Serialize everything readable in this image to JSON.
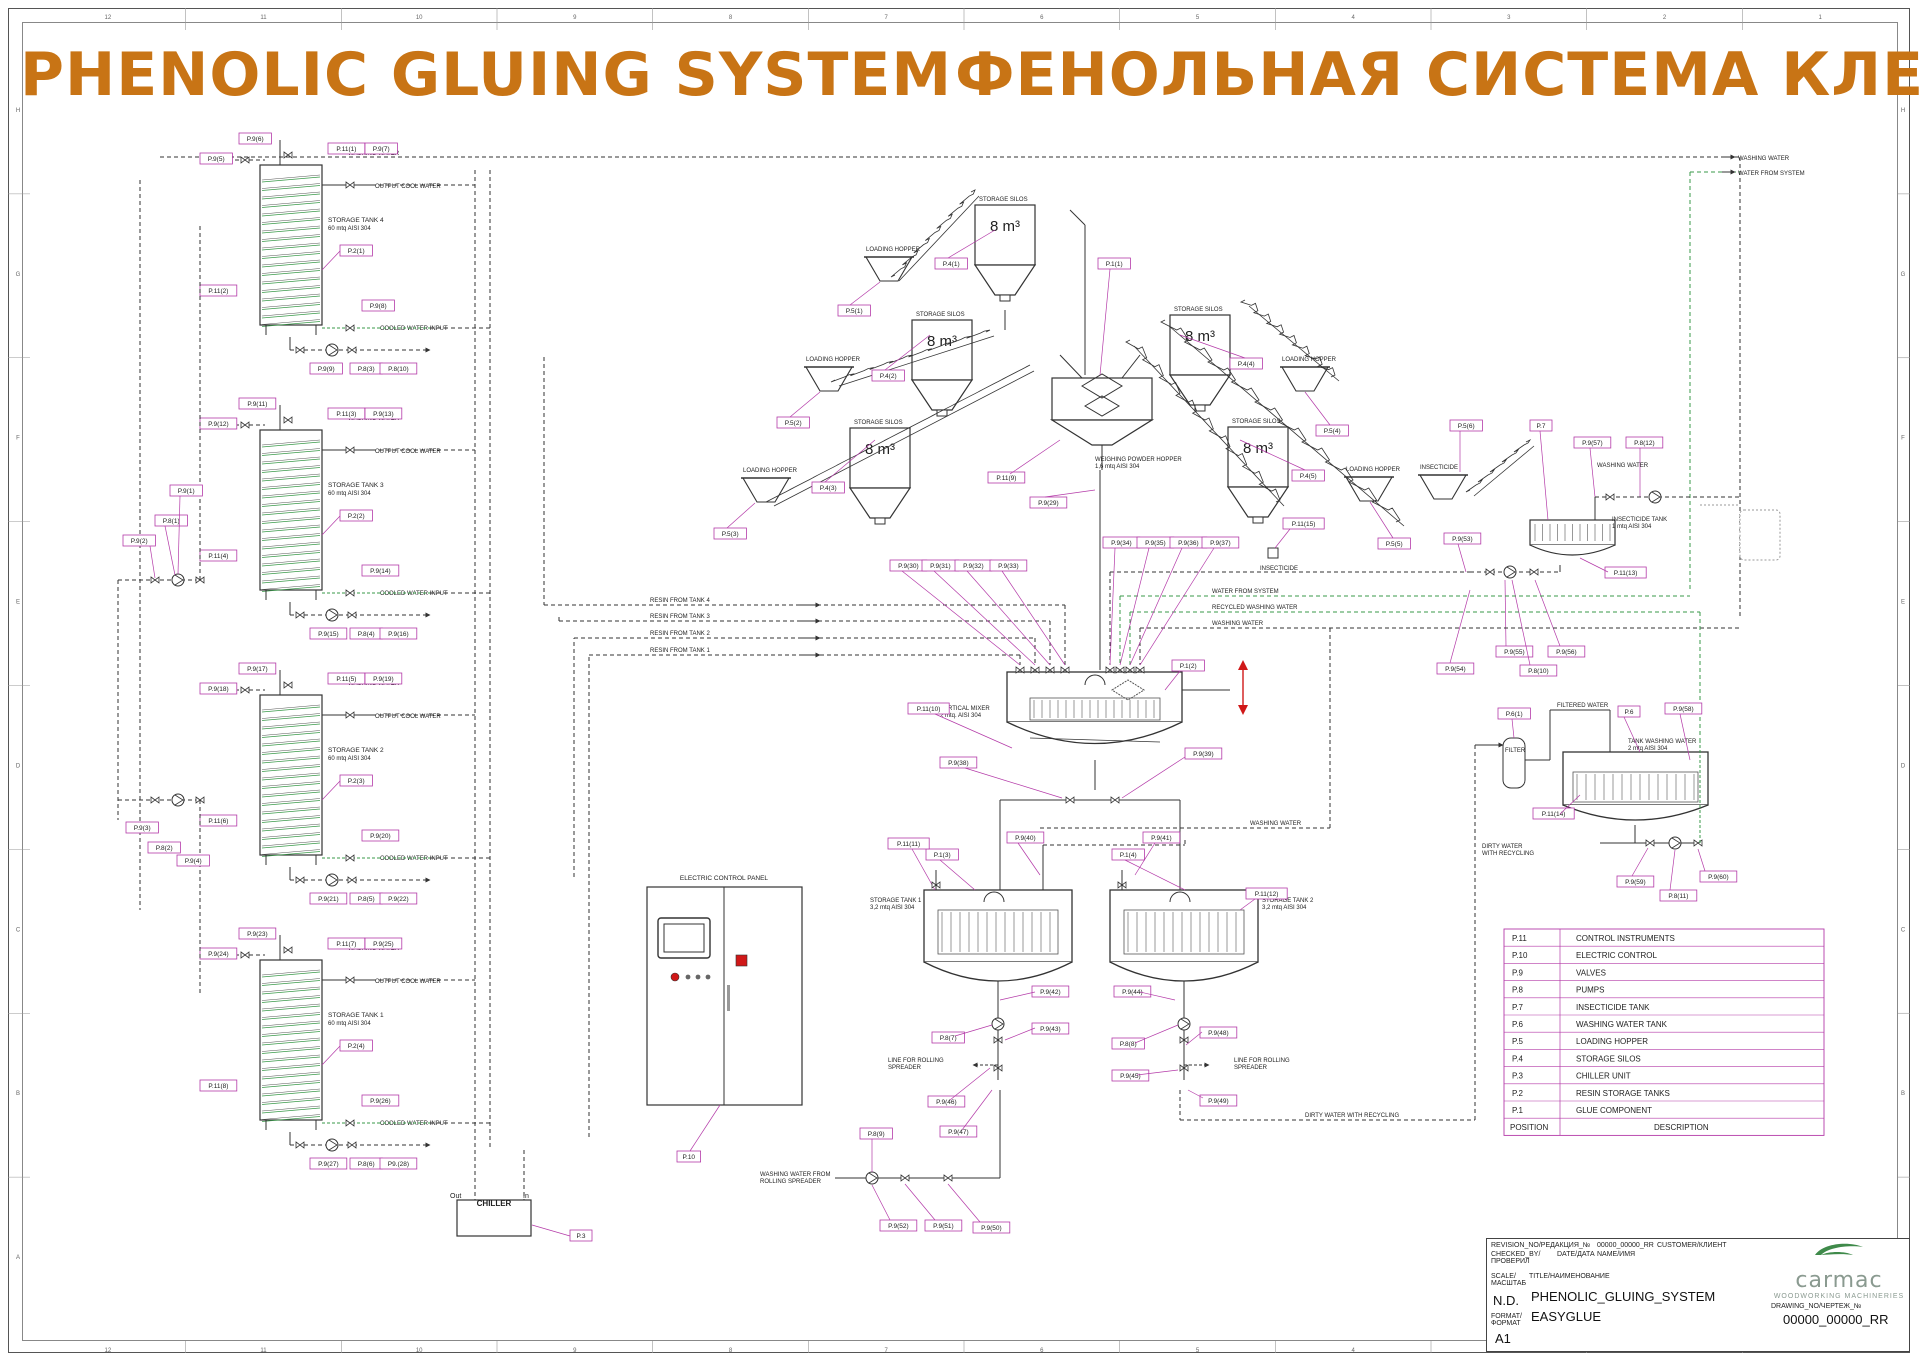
{
  "title_en": "PHENOLIC GLUING SYSTEM",
  "title_ru": "ФЕНОЛЬНАЯ СИСТЕМА КЛЕЯ",
  "grid_cols": [
    "12",
    "11",
    "10",
    "9",
    "8",
    "7",
    "6",
    "5",
    "4",
    "3",
    "2",
    "1"
  ],
  "grid_rows": [
    "H",
    "G",
    "F",
    "E",
    "D",
    "C",
    "B",
    "A"
  ],
  "colors": {
    "title": "#c87415",
    "line": "#333333",
    "tag": "#b43aa8",
    "green": "#3a9a4a",
    "red": "#d01818"
  },
  "storage_tanks": [
    {
      "label": "STORAGE TANK 4",
      "spec": "60 mtq AISI 304",
      "tag": "P.2(1)",
      "washing": "WASHING WATER",
      "output": "OUTPUT COOL WATER",
      "input": "COOLED WATER INPUT",
      "tags": [
        "P.9(6)",
        "P.9(5)",
        "P.11(1)",
        "P.9(7)",
        "P.11(2)",
        "P.9(8)",
        "P.9(9)",
        "P.8(3)",
        "P.8(10)"
      ]
    },
    {
      "label": "STORAGE TANK 3",
      "spec": "60 mtq AISI 304",
      "tag": "P.2(2)",
      "washing": "WASHING WATER",
      "output": "OUTPUT COOL WATER",
      "input": "COOLED WATER INPUT",
      "tags": [
        "P.9(11)",
        "P.9(12)",
        "P.11(3)",
        "P.9(13)",
        "P.11(4)",
        "P.9(14)",
        "P.9(15)",
        "P.8(4)",
        "P.9(16)"
      ]
    },
    {
      "label": "STORAGE TANK 2",
      "spec": "60 mtq AISI 304",
      "tag": "P.2(3)",
      "washing": "WASHING WATER",
      "output": "OUTPUT COOL WATER",
      "input": "COOLED WATER INPUT",
      "tags": [
        "P.9(17)",
        "P.9(18)",
        "P.11(5)",
        "P.9(19)",
        "P.11(6)",
        "P.9(20)",
        "P.9(21)",
        "P.8(5)",
        "P.9(22)"
      ]
    },
    {
      "label": "STORAGE TANK 1",
      "spec": "60 mtq AISI 304",
      "tag": "P.2(4)",
      "washing": "WASHING WATER",
      "output": "OUTPUT COOL WATER",
      "input": "COOLED WATER INPUT",
      "tags": [
        "P.9(23)",
        "P.9(24)",
        "P.11(7)",
        "P.9(25)",
        "P.11(8)",
        "P.9(26)",
        "P.9(27)",
        "P.8(6)",
        "P9.(28)"
      ]
    }
  ],
  "left_pumps": [
    "P.9(1)",
    "P.8(1)",
    "P.9(2)",
    "P.9(3)",
    "P.8(2)",
    "P.9(4)"
  ],
  "chiller": {
    "label": "CHILLER",
    "out": "Out",
    "in": "In",
    "tag": "P.3"
  },
  "control_panel": {
    "label": "ELECTRIC CONTROL PANEL",
    "tag": "P.10"
  },
  "silos": [
    {
      "label": "STORAGE SILOS",
      "volume": "8 m³",
      "tag": "P.4(1)"
    },
    {
      "label": "STORAGE SILOS",
      "volume": "8 m³",
      "tag": "P.4(2)"
    },
    {
      "label": "STORAGE SILOS",
      "volume": "8 m³",
      "tag": "P.4(3)"
    },
    {
      "label": "STORAGE SILOS",
      "volume": "8 m³",
      "tag": "P.4(4)"
    },
    {
      "label": "STORAGE SILOS",
      "volume": "8 m³",
      "tag": "P.4(5)"
    }
  ],
  "hoppers": [
    {
      "label": "LOADING HOPPER",
      "tag": "P.5(1)"
    },
    {
      "label": "LOADING HOPPER",
      "tag": "P.5(2)"
    },
    {
      "label": "LOADING HOPPER",
      "tag": "P.5(3)"
    },
    {
      "label": "LOADING HOPPER",
      "tag": "P.5(4)"
    },
    {
      "label": "LOADING HOPPER",
      "tag": "P.5(5)"
    }
  ],
  "weighing_hopper": {
    "label": "WEIGHING POWDER HOPPER",
    "spec": "1,6 mtq AISI 304",
    "tags": [
      "P.1(1)",
      "P.11(9)",
      "P.9(29)"
    ]
  },
  "insecticide": {
    "hopper_label": "INSECTICIDE",
    "hopper_tag": "P.5(6)",
    "tank_label": "INSECTICIDE TANK",
    "tank_spec": "1 mtq AISI 304",
    "tank_tag": "P.7",
    "tags": [
      "P.9(57)",
      "P.8(12)",
      "P.11(13)",
      "P.9(53)",
      "P.9(54)",
      "P.9(55)",
      "P.8(10)",
      "P.9(56)",
      "P.11(15)"
    ]
  },
  "mixer": {
    "label": "VERTICAL MIXER",
    "spec": "2 mtq. AISI 304",
    "tag": "P.1(2)",
    "level_tag": "P.11(10)",
    "valve_tags": [
      "P.9(30)",
      "P.9(31)",
      "P.9(32)",
      "P.9(33)",
      "P.9(34)",
      "P.9(35)",
      "P.9(36)",
      "P.9(37)",
      "P.9(38)",
      "P.9(39)"
    ]
  },
  "resin_lines": [
    "RESIN FROM TANK 4",
    "RESIN FROM TANK 3",
    "RESIN FROM TANK 2",
    "RESIN FROM TANK 1"
  ],
  "water_lines": [
    "INSECTICIDE",
    "WATER FROM SYSTEM",
    "RECYCLED WASHING WATER",
    "WASHING WATER"
  ],
  "top_right_lines": [
    "WASHING WATER",
    "WATER FROM SYSTEM"
  ],
  "glue_tanks": [
    {
      "label": "STORAGE TANK 1",
      "spec": "3,2 mtq AISI 304",
      "tag": "P.1(3)",
      "tags": [
        "P.11(11)",
        "P.9(40)",
        "P.9(42)",
        "P.8(7)",
        "P.9(43)",
        "P.9(46)",
        "P.9(47)"
      ],
      "line": "LINE FOR ROLLING SPREADER"
    },
    {
      "label": "STORAGE TANK 2",
      "spec": "3,2 mtq AISI 304",
      "tag": "P.1(4)",
      "tags": [
        "P.9(41)",
        "P.11(12)",
        "P.9(44)",
        "P.8(8)",
        "P.9(48)",
        "P.9(45)",
        "P.9(49)"
      ],
      "line": "LINE FOR ROLLING SPREADER"
    }
  ],
  "washing_tank": {
    "label": "TANK WASHING WATER",
    "spec": "2 mtq AISI 304",
    "tag": "P.6",
    "filter": "FILTER",
    "filter_tag": "P.6(1)",
    "filtered": "FILTERED WATER",
    "dirty": "DIRTY WATER WITH RECYCLING",
    "tags": [
      "P.9(58)",
      "P.11(14)",
      "P.9(59)",
      "P.8(11)",
      "P.9(60)"
    ]
  },
  "bottom_lines": {
    "washing_water": "WASHING WATER",
    "dirty_water": "DIRTY WATER WITH RECYCLING",
    "rolling": "WASHING WATER FROM ROLLING SPREADER",
    "tags": [
      "P.8(9)",
      "P.9(52)",
      "P.9(51)",
      "P.9(50)"
    ]
  },
  "legend": {
    "header": [
      "POSITION",
      "DESCRIPTION"
    ],
    "rows": [
      [
        "P.11",
        "CONTROL INSTRUMENTS"
      ],
      [
        "P.10",
        "ELECTRIC CONTROL"
      ],
      [
        "P.9",
        "VALVES"
      ],
      [
        "P.8",
        "PUMPS"
      ],
      [
        "P.7",
        "INSECTICIDE TANK"
      ],
      [
        "P.6",
        "WASHING WATER TANK"
      ],
      [
        "P.5",
        "LOADING HOPPER"
      ],
      [
        "P.4",
        "STORAGE SILOS"
      ],
      [
        "P.3",
        "CHILLER UNIT"
      ],
      [
        "P.2",
        "RESIN STORAGE TANKS"
      ],
      [
        "P.1",
        "GLUE COMPONENT"
      ]
    ]
  },
  "title_block": {
    "revision": "REVISION_NO/РЕДАКЦИЯ_№",
    "revision_no": "00000_00000_RR",
    "customer": "CUSTOMER/КЛИЕНТ",
    "checked": "CHECKED_BY/ПРОВЕРИЛ",
    "date": "DATE/ДАТА",
    "name": "NAME/ИМЯ",
    "scale_label": "SCALE/МАСШТАБ",
    "scale": "N.D.",
    "title_label": "TITLE/НАИМЕНОВАНИЕ",
    "title": "PHENOLIC_GLUING_SYSTEM",
    "subtitle": "EASYGLUE",
    "format_label": "FORMAT/ФОРМАТ",
    "format": "A1",
    "drawing_label": "DRAWING_NO/ЧЕРТЕЖ_№",
    "drawing_no": "00000_00000_RR",
    "brand": "carmac",
    "brand_sub": "WOODWORKING MACHINERIES"
  }
}
